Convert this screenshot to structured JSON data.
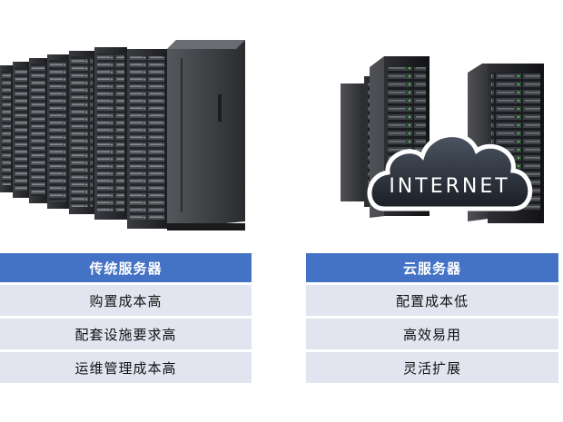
{
  "traditional": {
    "header": "传统服务器",
    "rows": [
      "购置成本高",
      "配套设施要求高",
      "运维管理成本高"
    ]
  },
  "cloud": {
    "header": "云服务器",
    "rows": [
      "配置成本低",
      "高效易用",
      "灵活扩展"
    ],
    "cloud_text": "INTERNET"
  },
  "colors": {
    "header_bg": "#4472c4",
    "row_bg": "#e2e5f0",
    "server_led": "#3ad23a"
  }
}
